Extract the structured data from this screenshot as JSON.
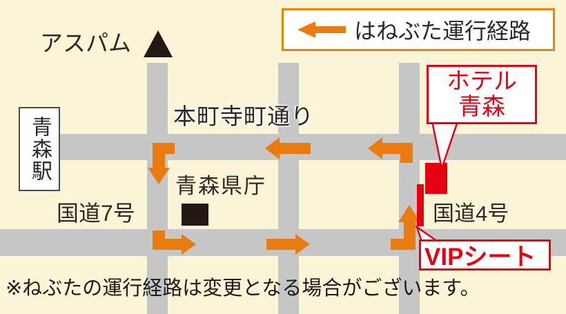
{
  "colors": {
    "bg": "#FBF5D8",
    "road": "#C6C6C7",
    "orange": "#EA7C0F",
    "red": "#E60012",
    "ink": "#2E2724",
    "building": "#221814",
    "white": "#FFFFFF",
    "legend_border": "#EF8200",
    "station_border": "#4D4946"
  },
  "legend": {
    "label": "はねぶた運行経路"
  },
  "roads": {
    "honcho_teramachi": "本町寺町通り",
    "route7": "国道7号",
    "route4": "国道4号"
  },
  "landmarks": {
    "aspam": "アスパム",
    "station": "青森駅",
    "pref_office": "青森県庁",
    "hotel_line1": "ホテル",
    "hotel_line2": "青森",
    "vip": "VIPシート"
  },
  "note": "※ねぶたの運行経路は変更となる場合がございます。"
}
